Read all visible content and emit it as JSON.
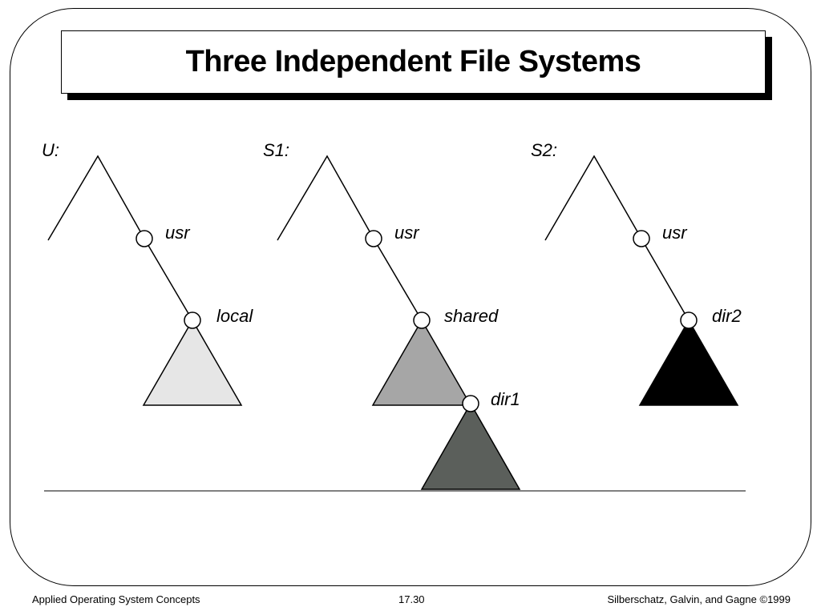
{
  "slide": {
    "title": "Three Independent File Systems"
  },
  "trees": [
    {
      "label": "U:",
      "nodes": [
        "usr",
        "local"
      ]
    },
    {
      "label": "S1:",
      "nodes": [
        "usr",
        "shared",
        "dir1"
      ]
    },
    {
      "label": "S2:",
      "nodes": [
        "usr",
        "dir2"
      ]
    }
  ],
  "colors": {
    "local": "#e6e6e6",
    "shared": "#a6a6a6",
    "dir1": "#5b5f5b",
    "dir2": "#000000"
  },
  "footer": {
    "left": "Applied Operating System Concepts",
    "center": "17.30",
    "right": "Silberschatz, Galvin, and Gagne ©1999"
  }
}
